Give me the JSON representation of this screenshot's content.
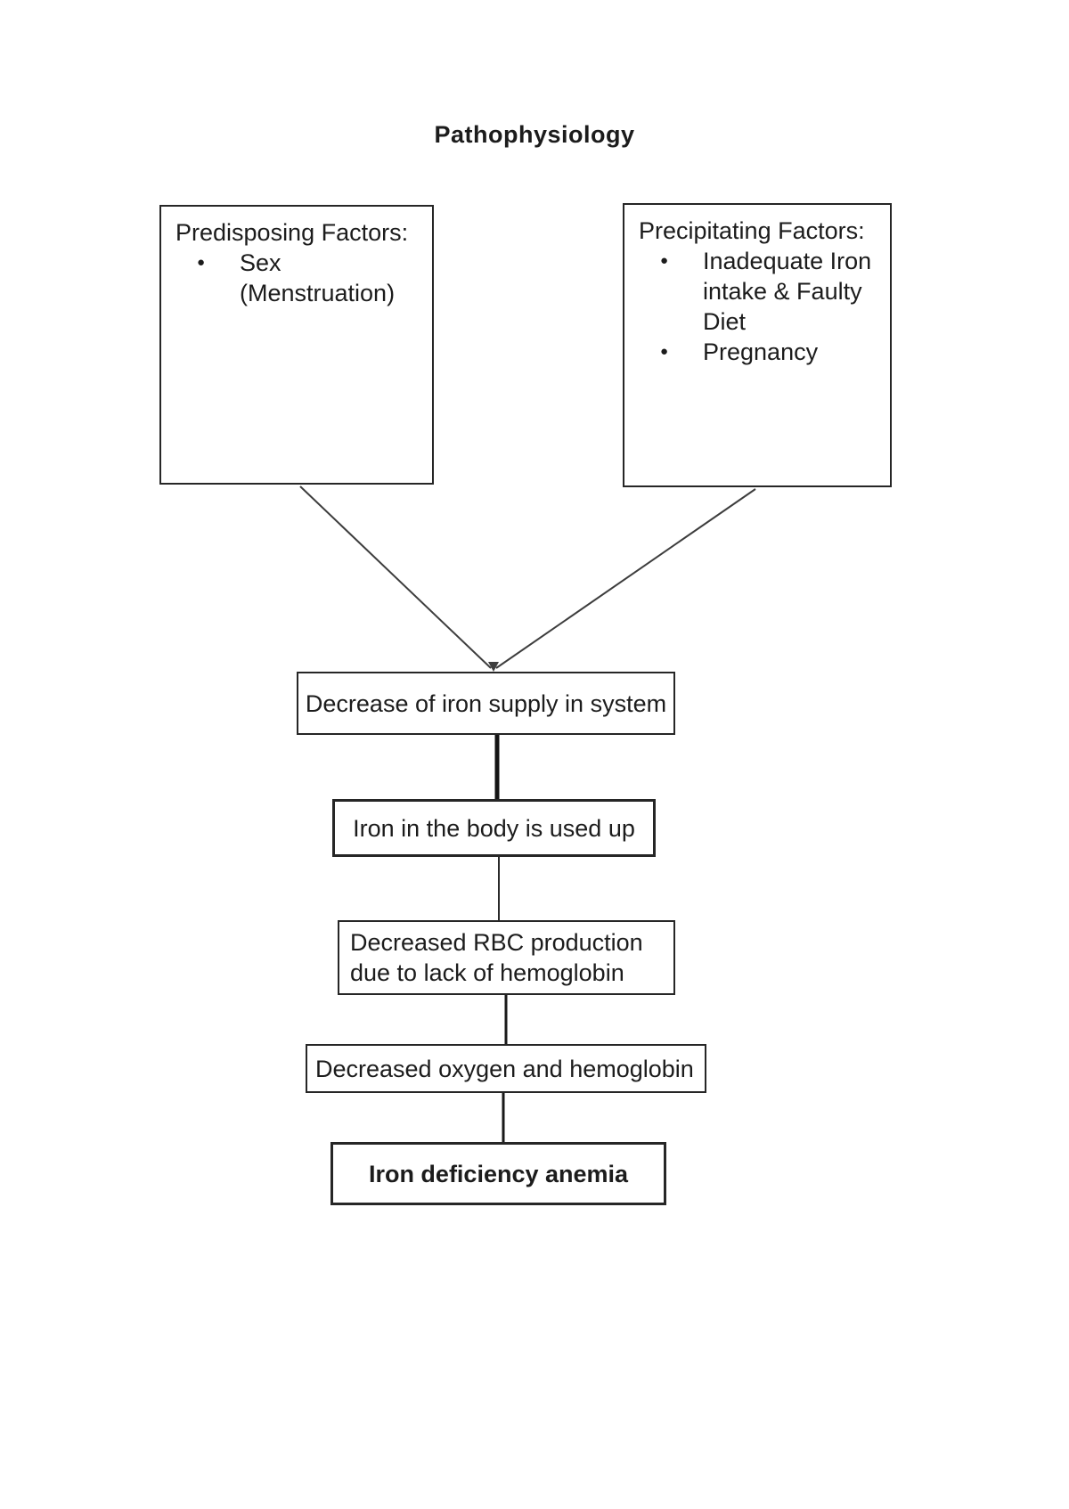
{
  "page": {
    "title": "Pathophysiology",
    "background_color": "#ffffff",
    "text_color": "#1c1c1c",
    "box_border_color": "#262626",
    "connector_color": "#3d3d3d"
  },
  "icons": {
    "bullet": "●"
  },
  "factors": {
    "predisposing": {
      "heading": "Predisposing Factors:",
      "items": [
        "Sex (Menstruation)"
      ]
    },
    "precipitating": {
      "heading": "Precipitating Factors:",
      "items": [
        "Inadequate Iron intake & Faulty Diet",
        "Pregnancy"
      ]
    }
  },
  "flow": {
    "steps": [
      "Decrease of iron supply in system",
      "Iron in the body is used up",
      "Decreased RBC production\ndue to lack of hemoglobin",
      "Decreased oxygen and hemoglobin",
      "Iron deficiency anemia"
    ]
  }
}
